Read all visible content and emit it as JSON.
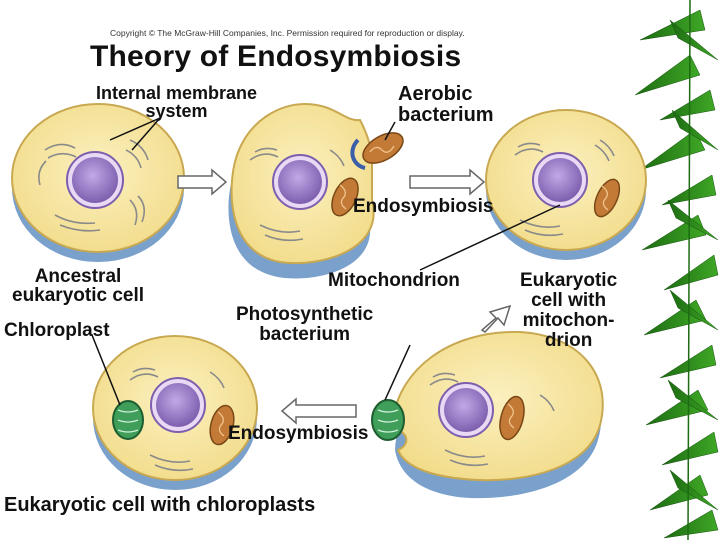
{
  "copyright": "Copyright © The McGraw-Hill Companies, Inc. Permission required for reproduction or display.",
  "title": "Theory of Endosymbiosis",
  "labels": {
    "internal_membrane": [
      "Internal membrane",
      "system"
    ],
    "aerobic": [
      "Aerobic",
      "bacterium"
    ],
    "endosymbiosis_top": "Endosymbiosis",
    "ancestral": [
      "Ancestral",
      "eukaryotic cell"
    ],
    "mitochondrion": "Mitochondrion",
    "eukaryotic_mito": [
      "Eukaryotic",
      "cell with",
      "mitochon-",
      "drion"
    ],
    "chloroplast": "Chloroplast",
    "photosynthetic": [
      "Photosynthetic",
      "bacterium"
    ],
    "endosymbiosis_bottom": "Endosymbiosis",
    "eukaryotic_chloro": "Eukaryotic cell with chloroplasts"
  },
  "colors": {
    "cytoplasm": "#f7e7a2",
    "cell_edge": "#c8a850",
    "cell_shadow": "#7aa0cc",
    "nucleus": "#9d7fc4",
    "mitochondrion": "#c27a36",
    "chloroplast": "#3f9e5a",
    "leaves": "#2e8a1c"
  }
}
